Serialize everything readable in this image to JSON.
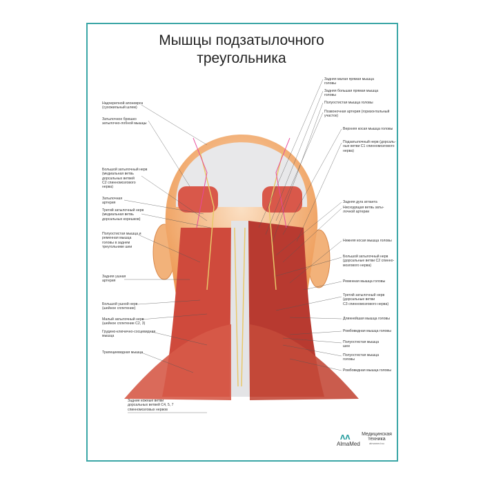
{
  "title": "Мышцы подзатылочного\nтреугольника",
  "left_labels": [
    "Надчерепной апоневроз\n(сухожильный шлем)",
    "Затылочное брюшко\nзатылочно-лобной мышцы",
    "Большой затылочный нерв\n(медиальная ветвь\nдорсальных ветвей\nC2 спинномозгового\nнерва)",
    "Затылочная\nартерия",
    "Третий затылочный нерв\n(медиальная ветвь\nдорсальных корешков)",
    "Полуостистая мышца и\nременная мышца\nголовы в заднем\nтреугольнике шеи",
    "Задняя ушная\nартерия",
    "Большой ушной нерв\n(шейное сплетение)",
    "Малый затылочный нерв\n(шейное сплетение C2, 3)",
    "Грудино-ключично-сосцевидная\nмышца",
    "Трапециевидная мышца",
    "Задние кожные ветви\nдорсальных ветвей C4, 5, 7\nспинномозговых нервов"
  ],
  "right_labels": [
    "Задняя малая прямая мышца\nголовы",
    "Задняя большая прямая мышца\nголовы",
    "Полуостистая мышца головы",
    "Позвоночная артерия (горизонтальный\nучасток)",
    "Верхняя косая мышца головы",
    "Подзатылочный нерв (дорсаль-\nные ветви C1 спинномозгового\nнерва)",
    "Задняя дуга атланта",
    "Нисходящая ветвь заты-\nлочной артерии",
    "Нижняя косая мышца головы",
    "Большой затылочный нерв\n(дорсальные ветви C2 спинно-\nмозгового нерва)",
    "Ременная мышца головы",
    "Третий затылочный нерв\n(дорсальные ветви\nC3 спинномозгового нерва)",
    "Длиннейшая мышца головы",
    "Ромбовидная мышца головы",
    "Полуостистая мышца\nшеи",
    "Полуостистая мышца\nголовы",
    "Ромбовидная мышца головы"
  ],
  "logo": {
    "brand": "AlmaMed",
    "line1": "Медицинская\nтехника",
    "line2": "almamed.su"
  },
  "colors": {
    "frame": "#3aa6a6",
    "skin": "#f0a868",
    "muscle": "#d8473a",
    "fascia": "#e6e6e6"
  }
}
